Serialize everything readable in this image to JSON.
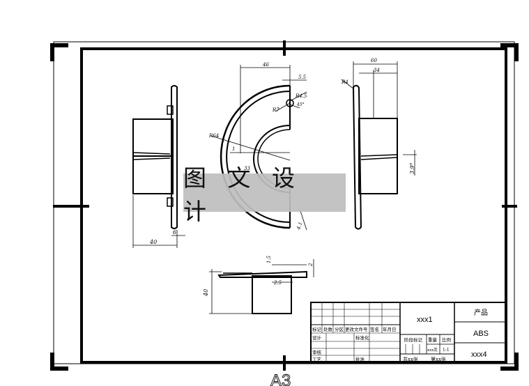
{
  "sheet": {
    "format_label": "A3",
    "watermark_text": "图 文 设 计"
  },
  "dimensions": {
    "left_width": "40",
    "left_thickness": "6",
    "arc_width": "46",
    "arc_offset": "5.5",
    "r_outer": "R64",
    "r_tip": "R4.5",
    "r_small": "R7",
    "angle_45": "45°",
    "gap_1": "1",
    "val_33": "33",
    "val_41": "4.1",
    "right_total": "60",
    "right_inner": "34",
    "right_r": "R4",
    "right_angle": "3.9°",
    "bottom_height": "40",
    "bottom_15": "1.5",
    "bottom_2": "2",
    "bottom_25": "2.5"
  },
  "title_block": {
    "part_name": "xxx1",
    "product_label": "产品",
    "material": "ABS",
    "drawing_no": "xxx4",
    "rev_headers": [
      "标记",
      "处数",
      "分区",
      "更改文件号",
      "签名",
      "年月日"
    ],
    "design_label": "设计",
    "standard_label": "标准化",
    "check_label": "审核",
    "process_label": "工艺",
    "approve_label": "批准",
    "stage_label": "阶段标记",
    "weight_label": "重量",
    "scale_label": "比例",
    "weight_value": "xxx克",
    "scale_value": "1:1",
    "sheets_total": "共xx张",
    "sheet_no": "第xx张"
  }
}
